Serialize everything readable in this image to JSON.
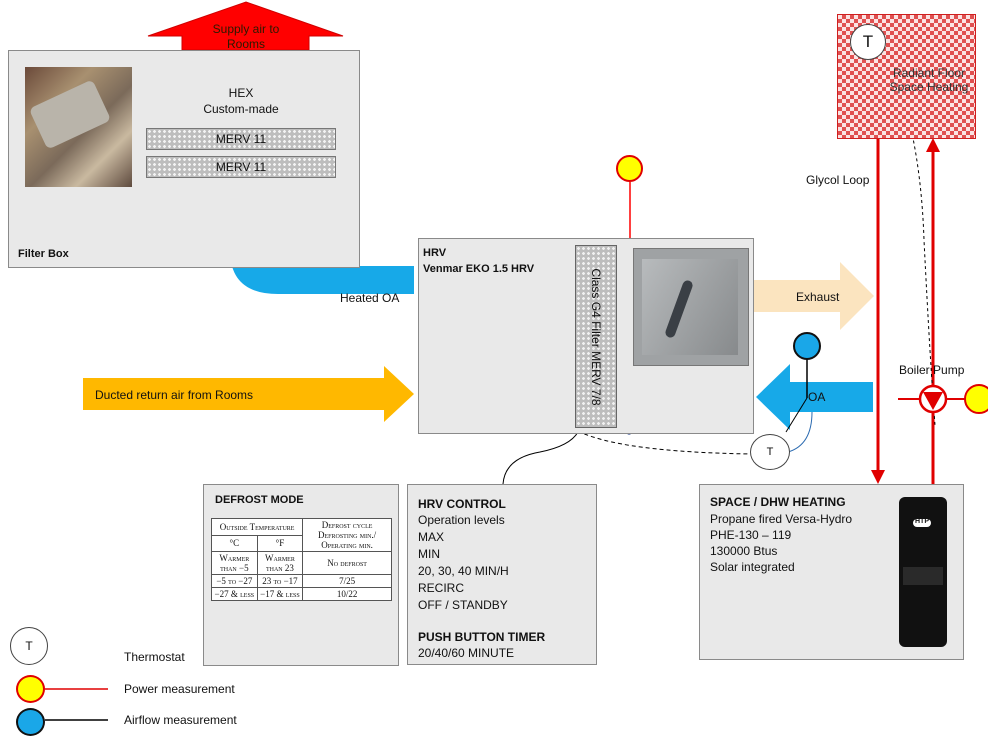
{
  "supply_arrow": {
    "line1": "Supply air to",
    "line2": "Rooms",
    "color": "#ff0000"
  },
  "filter_box": {
    "label": "Filter Box",
    "hex_line1": "HEX",
    "hex_line2": "Custom-made",
    "merv_top": "MERV 11",
    "merv_bottom": "MERV 11"
  },
  "heated_oa": {
    "label": "Heated OA",
    "color": "#17a9e8"
  },
  "hrv": {
    "line1": "HRV",
    "line2": "Venmar EKO 1.5 HRV",
    "filter_label": "Class G4 Filter MERV 7/8"
  },
  "exhaust": {
    "label": "Exhaust",
    "color": "#fbe4bf"
  },
  "return_air": {
    "label": "Ducted return air from Rooms",
    "color": "#ffb800"
  },
  "oa": {
    "label": "OA"
  },
  "radiant": {
    "line1": "Radiant Floor",
    "line2": "Space Heating"
  },
  "glycol_loop": "Glycol Loop",
  "boiler_pump": "Boiler Pump",
  "thermostat_symbol": "T",
  "defrost": {
    "title": "DEFROST MODE",
    "head_outside": "Outside Temperature",
    "head_cycle": "Defrost cycle Defrosting min./ Operating min.",
    "unit_c": "°C",
    "unit_f": "°F",
    "rows": [
      {
        "c": "Warmer than −5",
        "f": "Warmer than 23",
        "cycle": "No defrost"
      },
      {
        "c": "−5 to −27",
        "f": "23 to −17",
        "cycle": "7/25"
      },
      {
        "c": "−27 & less",
        "f": "−17 & less",
        "cycle": "10/22"
      }
    ]
  },
  "hrv_control": {
    "title": "HRV CONTROL",
    "lines": [
      "Operation levels",
      "MAX",
      "MIN",
      "20, 30, 40 MIN/H",
      "RECIRC",
      "OFF / STANDBY"
    ],
    "timer_title": "PUSH BUTTON TIMER",
    "timer_value": "20/40/60 MINUTE"
  },
  "heating": {
    "title": "SPACE  / DHW HEATING",
    "lines": [
      "Propane fired Versa-Hydro",
      "PHE-130 – 119",
      "130000 Btus",
      "Solar integrated"
    ],
    "logo": "HTP"
  },
  "legend": {
    "thermostat": "Thermostat",
    "power": "Power measurement",
    "airflow": "Airflow measurement",
    "power_color": "#ffff00",
    "airflow_color": "#1aa7e8"
  }
}
